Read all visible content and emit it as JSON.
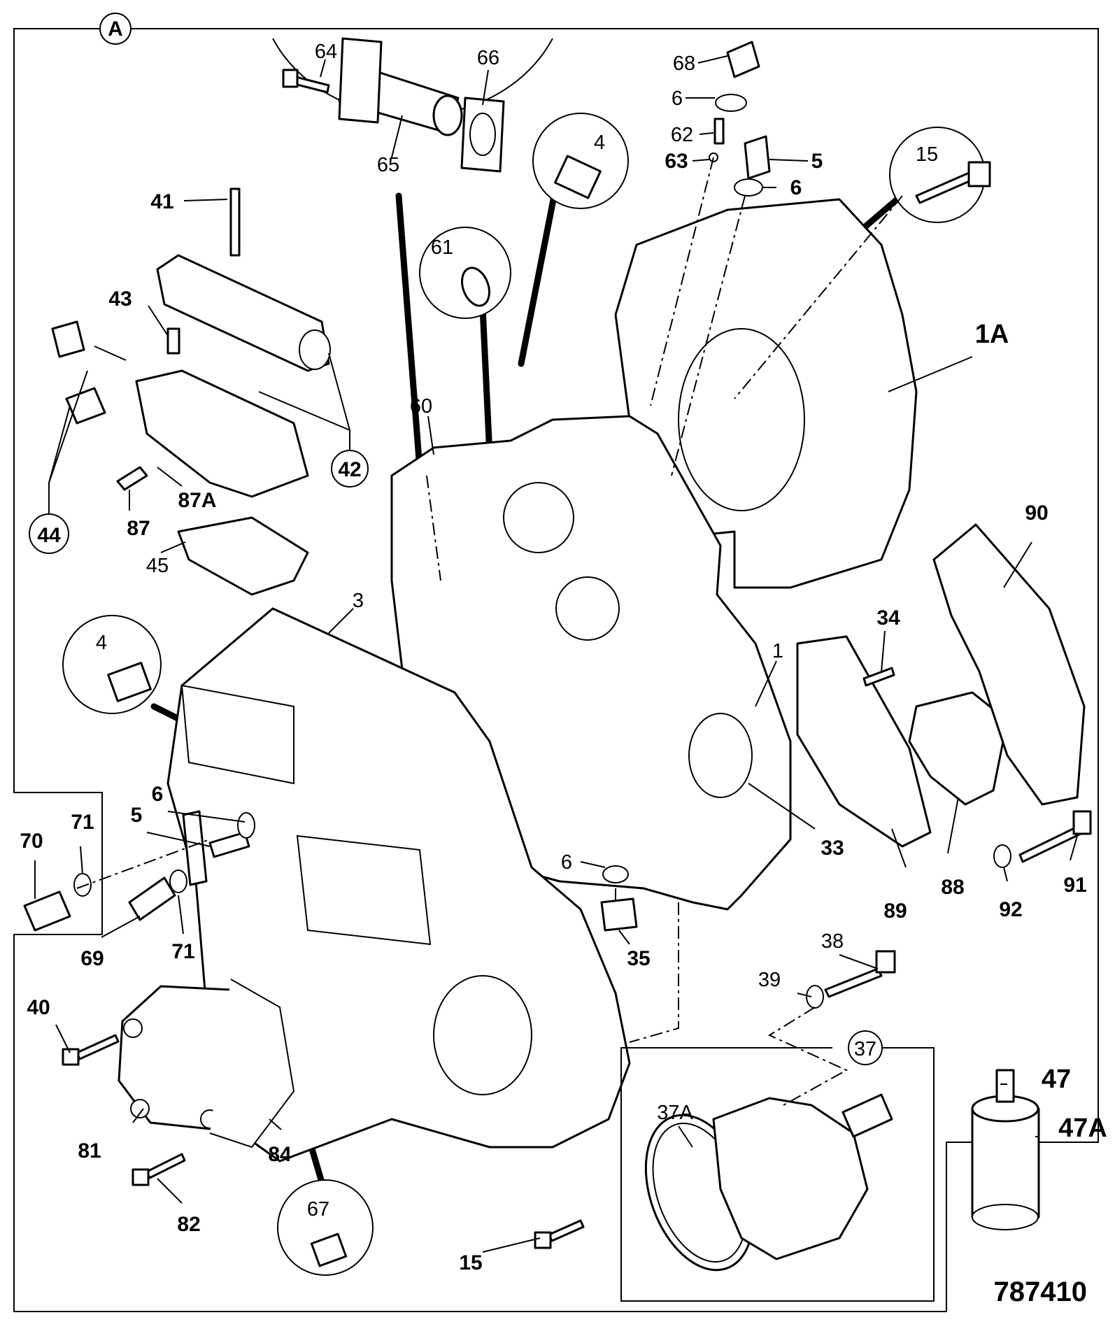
{
  "figure": {
    "frame_tag": "A",
    "reference_number": "787410"
  },
  "callouts": {
    "c64": "64",
    "c65": "65",
    "c66": "66",
    "c68": "68",
    "c6a": "6",
    "c62": "62",
    "c63": "63",
    "c5a": "5",
    "c6b": "6",
    "c4a": "4",
    "c15a": "15",
    "c41": "41",
    "c43": "43",
    "c61": "61",
    "c1A": "1A",
    "c60": "60",
    "c42": "42",
    "c44": "44",
    "c87A": "87A",
    "c87": "87",
    "c45": "45",
    "c90": "90",
    "c3": "3",
    "c4b": "4",
    "c34": "34",
    "c1": "1",
    "c33": "33",
    "c6c": "6",
    "c5b": "5",
    "c71a": "71",
    "c70": "70",
    "c6d": "6",
    "c35": "35",
    "c89": "89",
    "c88": "88",
    "c91": "91",
    "c92": "92",
    "c69": "69",
    "c71b": "71",
    "c38": "38",
    "c39": "39",
    "c40": "40",
    "c37": "37",
    "c37A": "37A",
    "c47": "47",
    "c47A": "47A",
    "c81": "81",
    "c84": "84",
    "c67": "67",
    "c82": "82",
    "c15b": "15"
  }
}
